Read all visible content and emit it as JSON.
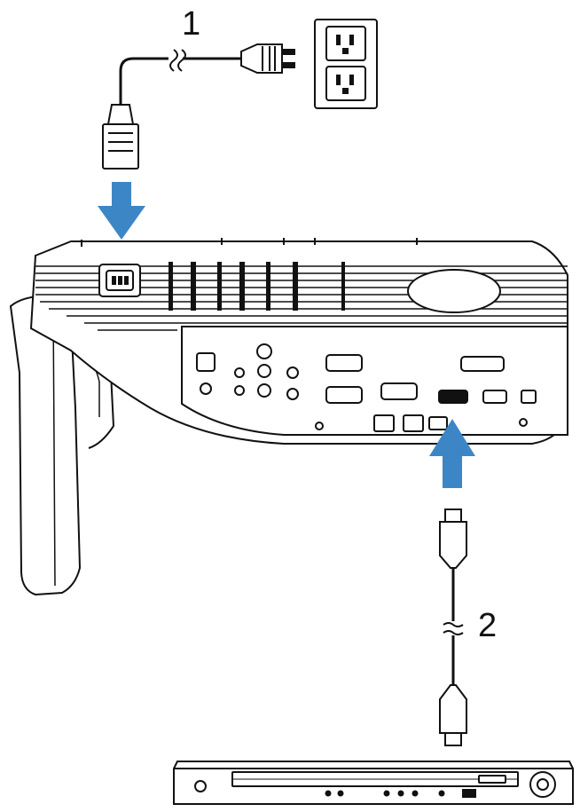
{
  "callouts": {
    "power_cord": "1",
    "hdmi_cable": "2"
  },
  "colors": {
    "arrow": "#3d86c6",
    "line": "#111111",
    "fill": "#ffffff"
  },
  "icons": [
    "wall-outlet-icon",
    "power-plug-icon",
    "power-connector-icon",
    "arrow-down-icon",
    "arrow-up-icon",
    "hdmi-plug-icon",
    "projector-illustration",
    "dvd-player-illustration"
  ]
}
